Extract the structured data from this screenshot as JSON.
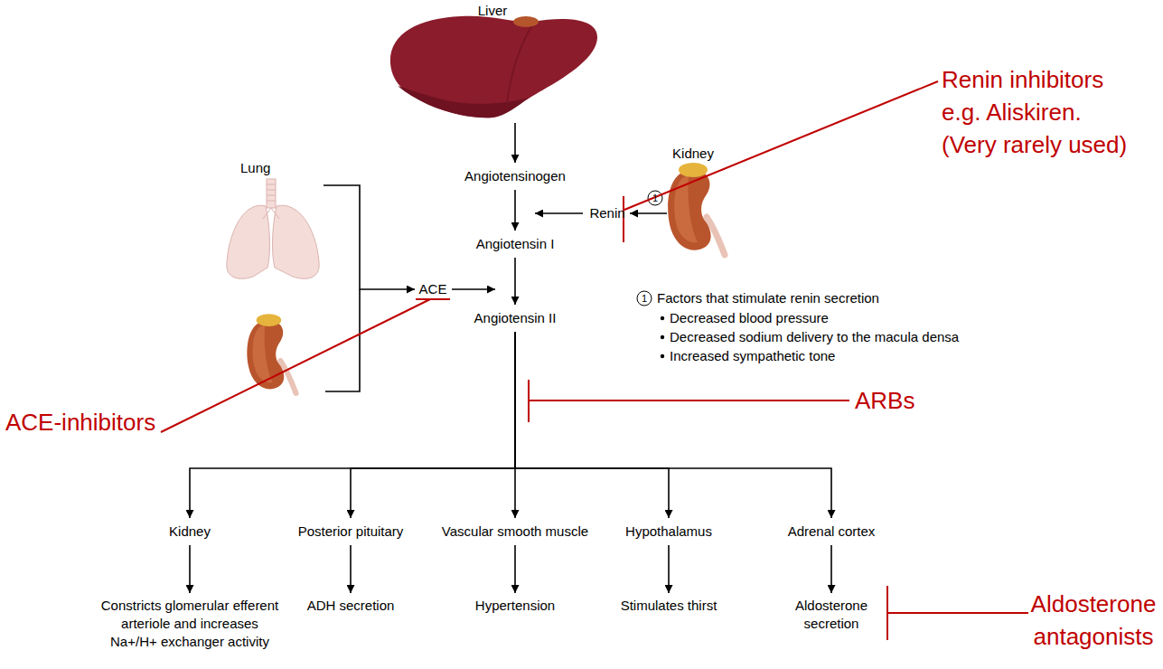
{
  "diagram": {
    "nodes": [
      {
        "text": [
          "Liver"
        ]
      },
      {
        "text": [
          "Angiotensinogen"
        ]
      },
      {
        "text": [
          "Kidney"
        ]
      },
      {
        "text": [
          "Renin"
        ]
      },
      {
        "text": [
          "Angiotensin I"
        ]
      },
      {
        "text": [
          "Lung"
        ]
      },
      {
        "text": [
          "ACE"
        ]
      },
      {
        "text": [
          "Angiotensin II"
        ]
      },
      {
        "text": [
          "Kidney"
        ]
      },
      {
        "text": [
          "Posterior pituitary"
        ]
      },
      {
        "text": [
          "Vascular smooth muscle"
        ]
      },
      {
        "text": [
          "Hypothalamus"
        ]
      },
      {
        "text": [
          "Adrenal cortex"
        ]
      },
      {
        "text": [
          "Constricts glomerular efferent arteriole and increases Na+/H+ exchanger activity"
        ]
      },
      {
        "text": [
          "ADH secretion"
        ]
      },
      {
        "text": [
          "Hypertension"
        ]
      },
      {
        "text": [
          "Stimulates thirst"
        ]
      },
      {
        "text": [
          "Aldosterone secretion"
        ]
      }
    ],
    "edges": [
      {
        "from": 0,
        "to": 1,
        "arrow": "to"
      },
      {
        "from": 1,
        "to": 4,
        "arrow": "to"
      },
      {
        "from": 2,
        "to": 3,
        "arrow": "to"
      },
      {
        "from": 5,
        "to": 6,
        "arrow": "to"
      },
      {
        "from": 4,
        "to": 7,
        "arrow": "to"
      },
      {
        "from": 7,
        "to": 8,
        "arrow": "to"
      },
      {
        "from": 7,
        "to": 9,
        "arrow": "to"
      },
      {
        "from": 7,
        "to": 10,
        "arrow": "to"
      },
      {
        "from": 7,
        "to": 11,
        "arrow": "to"
      },
      {
        "from": 7,
        "to": 12,
        "arrow": "to"
      },
      {
        "from": 8,
        "to": 13,
        "arrow": "to"
      },
      {
        "from": 9,
        "to": 14,
        "arrow": "to"
      },
      {
        "from": 10,
        "to": 15,
        "arrow": "to"
      },
      {
        "from": 11,
        "to": 16,
        "arrow": "to"
      },
      {
        "from": 12,
        "to": 17,
        "arrow": "to"
      }
    ],
    "labels": [
      "1",
      "Renin inhibitors e.g. Aliskiren. (Very rarely used)",
      "1",
      "Factors that stimulate renin secretion",
      "Decreased blood pressure",
      "Decreased sodium delivery to the macula densa",
      "Increased sympathetic tone",
      "ACE-inhibitors",
      "ARBs",
      "Aldosterone antagonists"
    ]
  }
}
